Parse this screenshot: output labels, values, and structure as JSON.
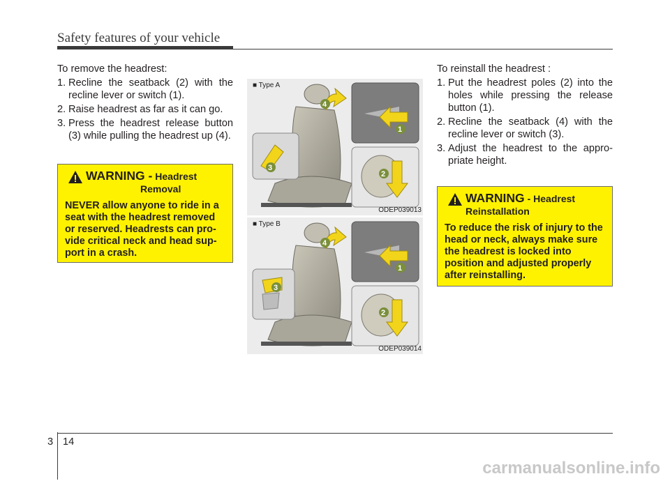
{
  "header": {
    "title": "Safety features of your vehicle"
  },
  "left_column": {
    "intro": "To remove the headrest:",
    "steps": [
      {
        "num": "1.",
        "text": "Recline the seatback (2) with the recline lever or switch (1)."
      },
      {
        "num": "2.",
        "text": "Raise headrest as far as it can go."
      },
      {
        "num": "3.",
        "text": "Press the headrest release button (3) while pulling the headrest up (4)."
      }
    ]
  },
  "warning_removal": {
    "word": "WARNING -",
    "subject_line1": "Headrest",
    "subject_line2": "Removal",
    "body": "NEVER allow anyone to ride in a seat with the headrest removed or reserved. Headrests can pro-vide critical neck and head sup-port in a crash."
  },
  "figure": {
    "panel_a": {
      "type_label": "■ Type A",
      "code": "ODEP039013",
      "callouts": [
        "1",
        "2",
        "3",
        "4"
      ]
    },
    "panel_b": {
      "type_label": "■ Type B",
      "code": "ODEP039014",
      "callouts": [
        "1",
        "2",
        "3",
        "4"
      ]
    }
  },
  "right_column": {
    "intro": "To reinstall the headrest :",
    "steps": [
      {
        "num": "1.",
        "text": "Put the headrest poles (2) into the holes while pressing the release button (1)."
      },
      {
        "num": "2.",
        "text": "Recline the seatback (4) with the recline lever or switch (3)."
      },
      {
        "num": "3.",
        "text": "Adjust the headrest to the appro-priate height."
      }
    ]
  },
  "warning_reinstall": {
    "word": "WARNING",
    "subject_line1": "- Headrest",
    "subject_line2": "Reinstallation",
    "body": "To reduce the risk of injury to the head or neck, always make sure the headrest is locked into position and adjusted properly after reinstalling."
  },
  "footer": {
    "chapter": "3",
    "page": "14"
  },
  "watermark": "carmanualsonline.info",
  "colors": {
    "warning_bg": "#fff200",
    "arrow_yellow": "#f2d51a",
    "callout_green": "#7a8f3a"
  }
}
